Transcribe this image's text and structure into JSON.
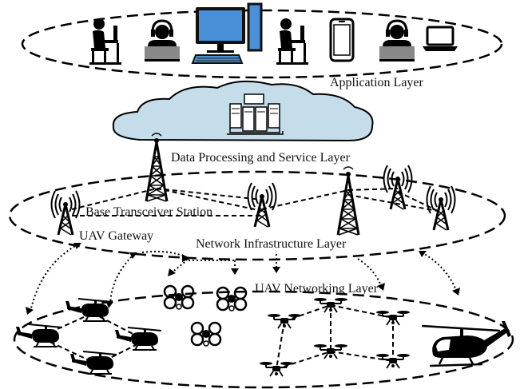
{
  "labels": {
    "application": "Application Layer",
    "data_processing": "Data Processing and Service Layer",
    "bts": "Base Transceiver Station",
    "gateway": "UAV Gateway",
    "network_infra": "Network Infrastructure Layer",
    "uav_networking": "UAV Networking Layer"
  },
  "colors": {
    "cloud_fill": "#c5dcea",
    "monitor_blue": "#4a90d9",
    "ink": "#000000"
  },
  "icons": {
    "application_devices": [
      "person-desk-icon",
      "headset-operator-icon",
      "desktop-computer-icon",
      "person-desk-icon",
      "smartphone-icon",
      "headset-operator-icon",
      "laptop-icon"
    ],
    "infrastructure": [
      "radio-tower-icon",
      "antenna-icon",
      "antenna-icon",
      "radio-tower-icon",
      "antenna-icon",
      "antenna-icon"
    ],
    "uavs": [
      "helicopter-icon",
      "quadcopter-icon",
      "multirotor-drone-icon"
    ]
  }
}
